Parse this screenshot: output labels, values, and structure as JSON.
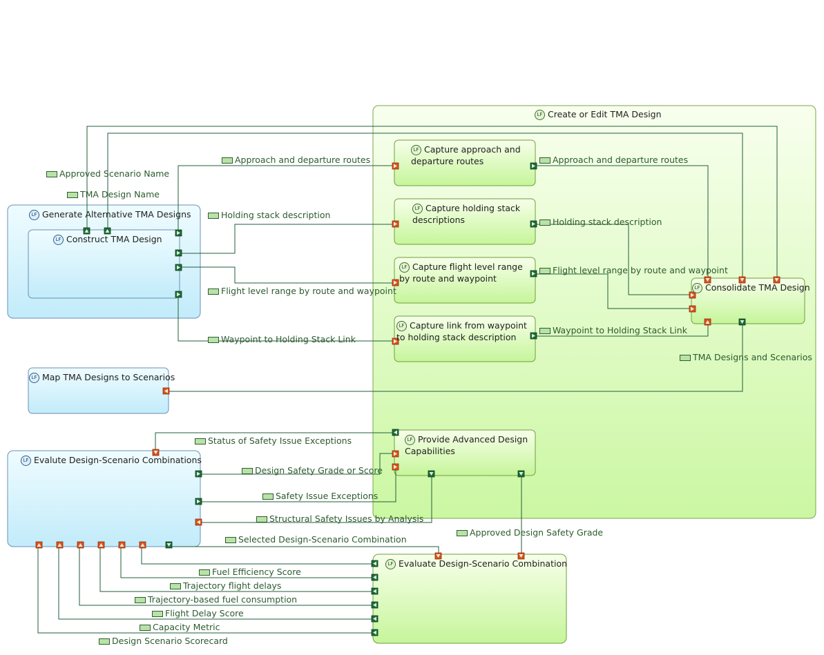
{
  "colors": {
    "green_fill_top": "#f5ffe6",
    "green_fill_bottom": "#c9f79e",
    "green_stroke": "#6f9e3a",
    "blue_fill_top": "#eefcff",
    "blue_fill_bottom": "#c4ecfb",
    "blue_stroke": "#6a8fb4",
    "connector": "#1f5e3a",
    "label_text": "#2c5a2e",
    "input_port": "#d8531c",
    "output_port": "#1f6b37"
  },
  "functions": {
    "create_or_edit": "Create or Edit TMA Design",
    "capture_routes": "Capture approach and departure routes",
    "capture_holding": "Capture holding stack descriptions",
    "capture_flight_level": "Capture flight level range by route and waypoint",
    "capture_link": "Capture link from waypoint to holding stack description",
    "consolidate": "Consolidate TMA Design",
    "generate_alternatives": "Generate Alternative TMA Designs",
    "construct": "Construct TMA Design",
    "map_designs": "Map TMA Designs to Scenarios",
    "provide_advanced": "Provide Advanced Design Capabilities",
    "evalute_combinations": "Evalute Design-Scenario Combinations",
    "evaluate_combination": "Evaluate Design-Scenario Combination"
  },
  "exchanges": {
    "approved_scenario_name": "Approved Scenario Name",
    "tma_design_name": "TMA Design Name",
    "routes_in": "Approach and departure routes",
    "holding_in": "Holding stack description",
    "flight_level_in": "Flight level range by route and waypoint",
    "waypoint_link_in": "Waypoint to Holding Stack Link",
    "routes_out": "Approach and departure routes",
    "holding_out": "Holding stack description",
    "flight_level_out": "Flight level range by route and waypoint",
    "waypoint_link_out": "Waypoint to Holding Stack Link",
    "tma_designs_scenarios": "TMA Designs and Scenarios",
    "status_safety_exceptions": "Status of Safety Issue Exceptions",
    "design_safety_grade": "Design Safety Grade or Score",
    "safety_issue_exceptions": "Safety Issue Exceptions",
    "structural_safety": "Structural Safety Issues by Analysis",
    "selected_combination": "Selected Design-Scenario Combination",
    "approved_safety_grade": "Approved Design Safety Grade",
    "fuel_efficiency": "Fuel Efficiency Score",
    "trajectory_delays": "Trajectory flight delays",
    "trajectory_fuel": "Trajectory-based fuel consumption",
    "flight_delay_score": "Flight Delay Score",
    "capacity_metric": "Capacity Metric",
    "design_scorecard": "Design Scenario Scorecard"
  },
  "icons": {
    "function_badge": "LF",
    "exchange_item": "exchange-item-icon"
  }
}
